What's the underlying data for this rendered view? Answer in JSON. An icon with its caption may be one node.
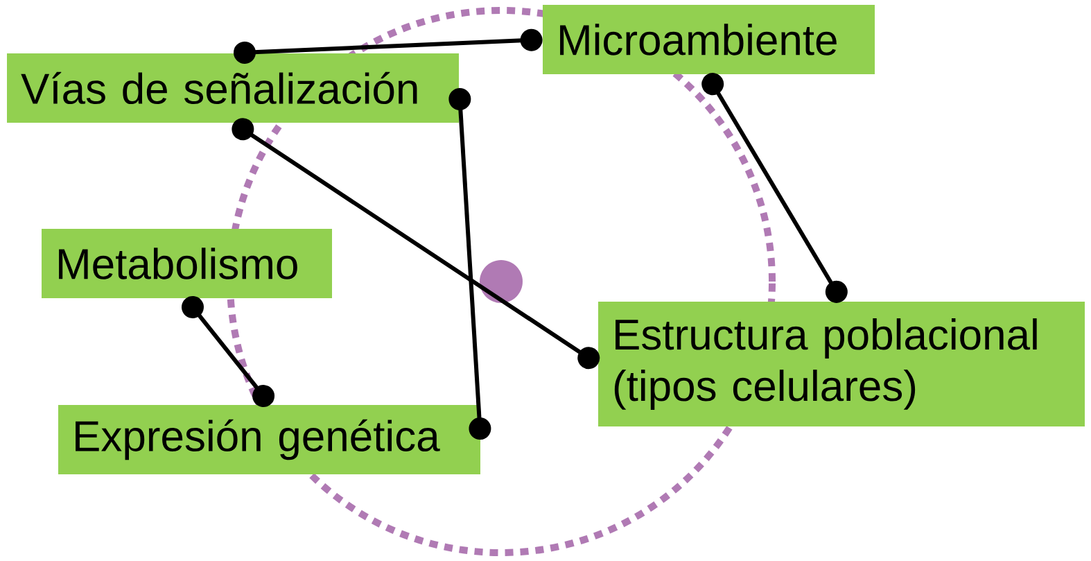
{
  "diagram": {
    "nodes": [
      {
        "text": [
          "Vías de señalización"
        ]
      },
      {
        "text": [
          "Microambiente"
        ]
      },
      {
        "text": [
          "Metabolismo"
        ]
      },
      {
        "text": [
          "Expresión genética"
        ]
      },
      {
        "text": [
          "Estructura poblacional (tipos celulares)"
        ]
      }
    ],
    "edges": [
      {
        "from": 0,
        "to": 1,
        "arrow": "other"
      },
      {
        "from": 0,
        "to": 3,
        "arrow": "other"
      },
      {
        "from": 0,
        "to": 4,
        "arrow": "other"
      },
      {
        "from": 1,
        "to": 4,
        "arrow": "other"
      },
      {
        "from": 2,
        "to": 3,
        "arrow": "other"
      }
    ]
  }
}
